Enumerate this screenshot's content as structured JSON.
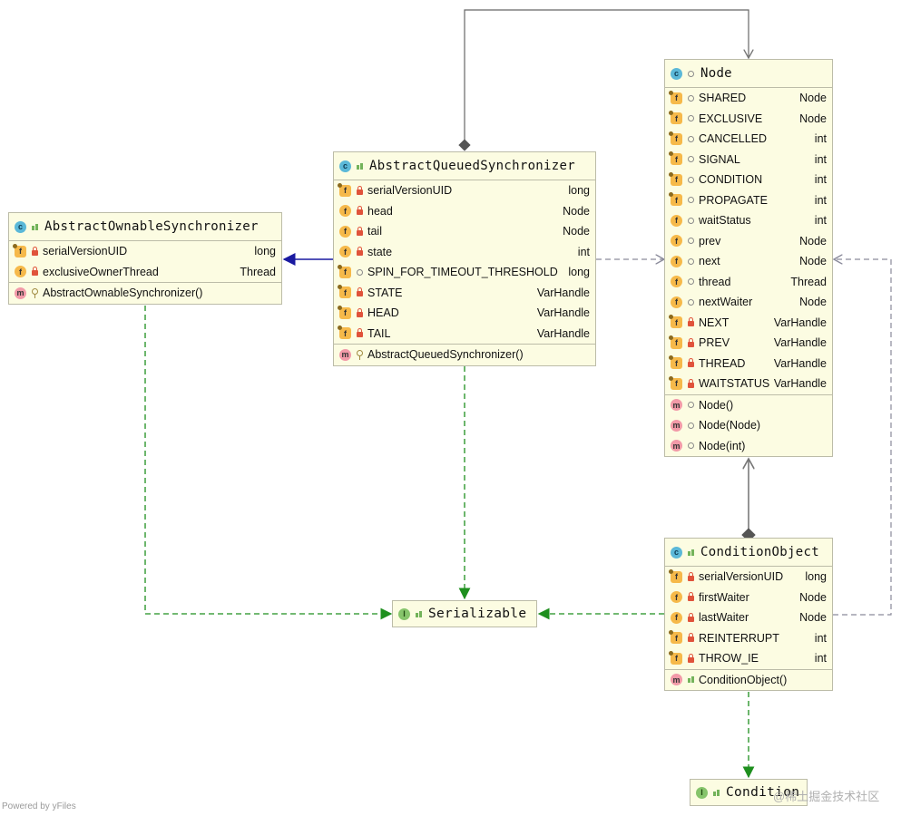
{
  "colors": {
    "class_fill": "#fcfce2",
    "class_border": "#bcbca8",
    "inner_class_line": "#666666",
    "inheritance_line": "#1a1aa0",
    "dependency_line": "#8a8a9a",
    "realization_line": "#1e8f1e"
  },
  "classes": {
    "aos": {
      "icon": "class-icon",
      "title": "AbstractOwnableSynchronizer",
      "fields": [
        {
          "badge": "static-final-field-icon",
          "visibility": "private",
          "name": "serialVersionUID",
          "type": "long"
        },
        {
          "badge": "field-icon",
          "visibility": "private",
          "name": "exclusiveOwnerThread",
          "type": "Thread"
        }
      ],
      "methods": [
        {
          "visibility": "protected",
          "name": "AbstractOwnableSynchronizer()"
        }
      ]
    },
    "aqs": {
      "icon": "abstract-class-icon",
      "title": "AbstractQueuedSynchronizer",
      "fields": [
        {
          "badge": "static-final-field-icon",
          "visibility": "private",
          "name": "serialVersionUID",
          "type": "long"
        },
        {
          "badge": "field-icon",
          "visibility": "private",
          "name": "head",
          "type": "Node"
        },
        {
          "badge": "field-icon",
          "visibility": "private",
          "name": "tail",
          "type": "Node"
        },
        {
          "badge": "field-icon",
          "visibility": "private",
          "name": "state",
          "type": "int"
        },
        {
          "badge": "static-final-field-icon",
          "visibility": "package",
          "name": "SPIN_FOR_TIMEOUT_THRESHOLD",
          "type": "long"
        },
        {
          "badge": "static-final-field-icon",
          "visibility": "private",
          "name": "STATE",
          "type": "VarHandle"
        },
        {
          "badge": "static-final-field-icon",
          "visibility": "private",
          "name": "HEAD",
          "type": "VarHandle"
        },
        {
          "badge": "static-final-field-icon",
          "visibility": "private",
          "name": "TAIL",
          "type": "VarHandle"
        }
      ],
      "methods": [
        {
          "visibility": "protected",
          "name": "AbstractQueuedSynchronizer()"
        }
      ]
    },
    "node": {
      "icon": "class-icon",
      "title": "Node",
      "fields": [
        {
          "badge": "static-final-field-icon",
          "visibility": "package",
          "name": "SHARED",
          "type": "Node"
        },
        {
          "badge": "static-final-field-icon",
          "visibility": "package",
          "name": "EXCLUSIVE",
          "type": "Node"
        },
        {
          "badge": "static-final-field-icon",
          "visibility": "package",
          "name": "CANCELLED",
          "type": "int"
        },
        {
          "badge": "static-final-field-icon",
          "visibility": "package",
          "name": "SIGNAL",
          "type": "int"
        },
        {
          "badge": "static-final-field-icon",
          "visibility": "package",
          "name": "CONDITION",
          "type": "int"
        },
        {
          "badge": "static-final-field-icon",
          "visibility": "package",
          "name": "PROPAGATE",
          "type": "int"
        },
        {
          "badge": "field-icon",
          "visibility": "package",
          "name": "waitStatus",
          "type": "int"
        },
        {
          "badge": "field-icon",
          "visibility": "package",
          "name": "prev",
          "type": "Node"
        },
        {
          "badge": "field-icon",
          "visibility": "package",
          "name": "next",
          "type": "Node"
        },
        {
          "badge": "field-icon",
          "visibility": "package",
          "name": "thread",
          "type": "Thread"
        },
        {
          "badge": "field-icon",
          "visibility": "package",
          "name": "nextWaiter",
          "type": "Node"
        },
        {
          "badge": "static-final-field-icon",
          "visibility": "private",
          "name": "NEXT",
          "type": "VarHandle"
        },
        {
          "badge": "static-final-field-icon",
          "visibility": "private",
          "name": "PREV",
          "type": "VarHandle"
        },
        {
          "badge": "static-final-field-icon",
          "visibility": "private",
          "name": "THREAD",
          "type": "VarHandle"
        },
        {
          "badge": "static-final-field-icon",
          "visibility": "private",
          "name": "WAITSTATUS",
          "type": "VarHandle"
        }
      ],
      "methods": [
        {
          "visibility": "package",
          "name": "Node()"
        },
        {
          "visibility": "package",
          "name": "Node(Node)"
        },
        {
          "visibility": "package",
          "name": "Node(int)"
        }
      ]
    },
    "co": {
      "icon": "class-icon",
      "title": "ConditionObject",
      "fields": [
        {
          "badge": "static-final-field-icon",
          "visibility": "private",
          "name": "serialVersionUID",
          "type": "long"
        },
        {
          "badge": "field-icon",
          "visibility": "private",
          "name": "firstWaiter",
          "type": "Node"
        },
        {
          "badge": "field-icon",
          "visibility": "private",
          "name": "lastWaiter",
          "type": "Node"
        },
        {
          "badge": "static-final-field-icon",
          "visibility": "private",
          "name": "REINTERRUPT",
          "type": "int"
        },
        {
          "badge": "static-final-field-icon",
          "visibility": "private",
          "name": "THROW_IE",
          "type": "int"
        }
      ],
      "methods": [
        {
          "visibility": "public",
          "name": "ConditionObject()"
        }
      ]
    }
  },
  "interfaces": {
    "serializable": {
      "icon": "interface-icon",
      "title": "Serializable"
    },
    "condition": {
      "icon": "interface-icon",
      "title": "Condition"
    }
  },
  "footer": "Powered by yFiles",
  "watermark": "@稀土掘金技术社区"
}
